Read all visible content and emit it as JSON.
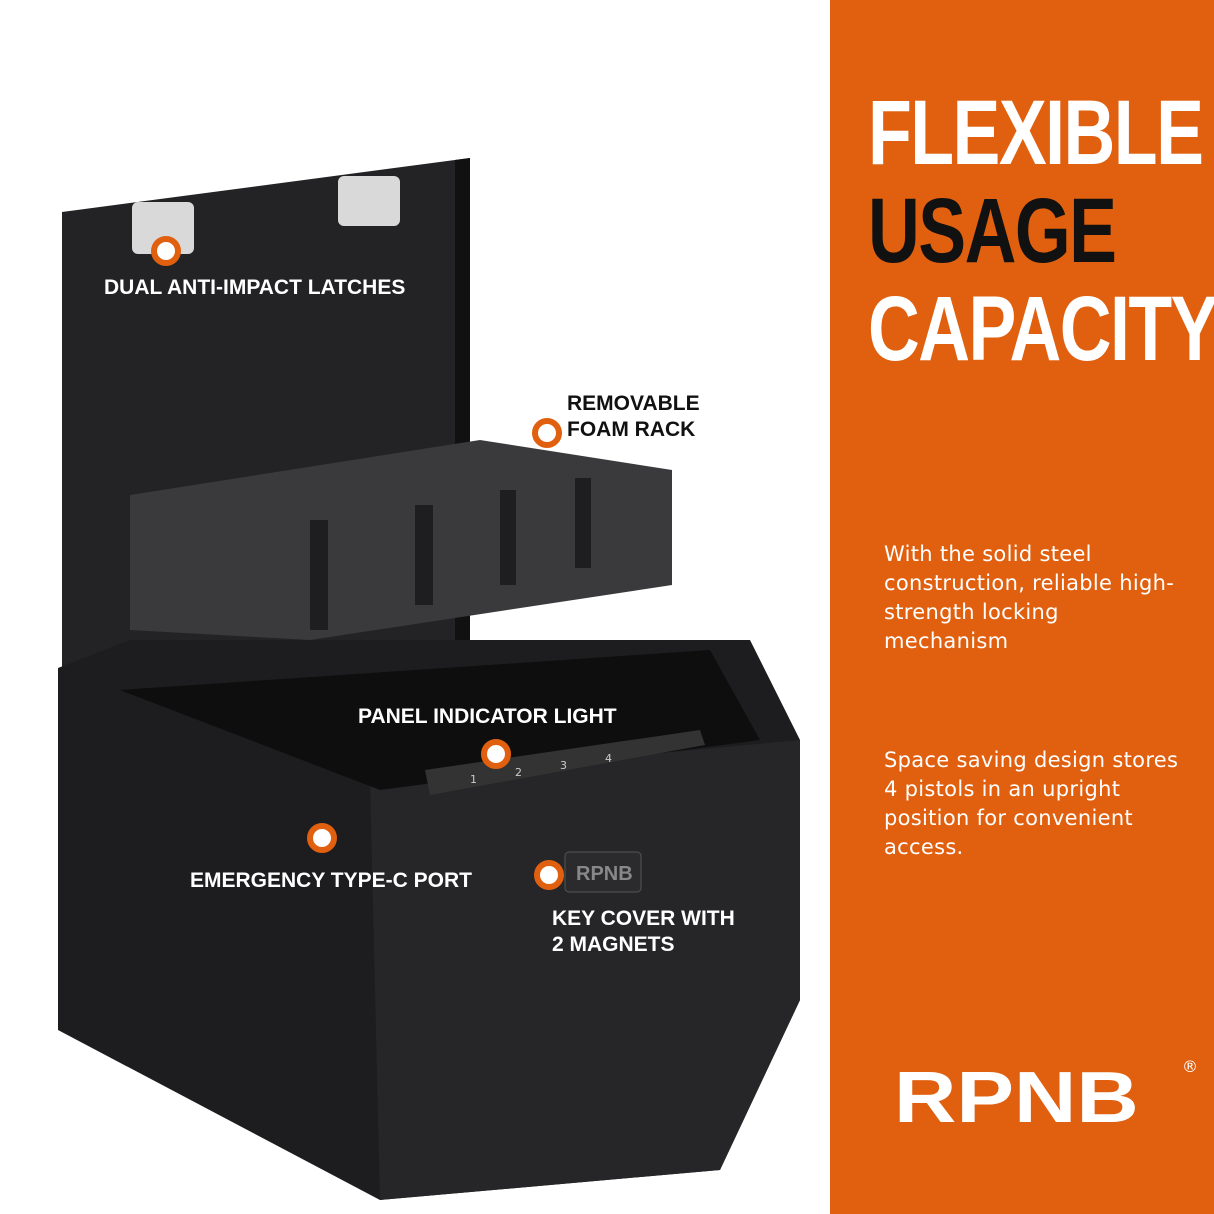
{
  "headline": {
    "line1": "FLEXIBLE",
    "line2": "USAGE",
    "line3": "CAPACITY"
  },
  "paragraphs": [
    "With the solid steel construction, reliable high-strength locking mechanism",
    "Space saving design stores 4 pistols in an upright position for convenient access."
  ],
  "brand": {
    "logo": "RPNB",
    "registered": "®"
  },
  "callouts": {
    "latches": "DUAL ANTI-IMPACT LATCHES",
    "foam": "REMOVABLE\nFOAM RACK",
    "panel": "PANEL INDICATOR LIGHT",
    "port": "EMERGENCY TYPE-C PORT",
    "key": "KEY COVER WITH\n2 MAGNETS"
  },
  "keypad": [
    "1",
    "2",
    "3",
    "4"
  ],
  "colors": {
    "accent": "#E0600F",
    "safe": "#1c1c1e",
    "text": "#ffffff"
  }
}
